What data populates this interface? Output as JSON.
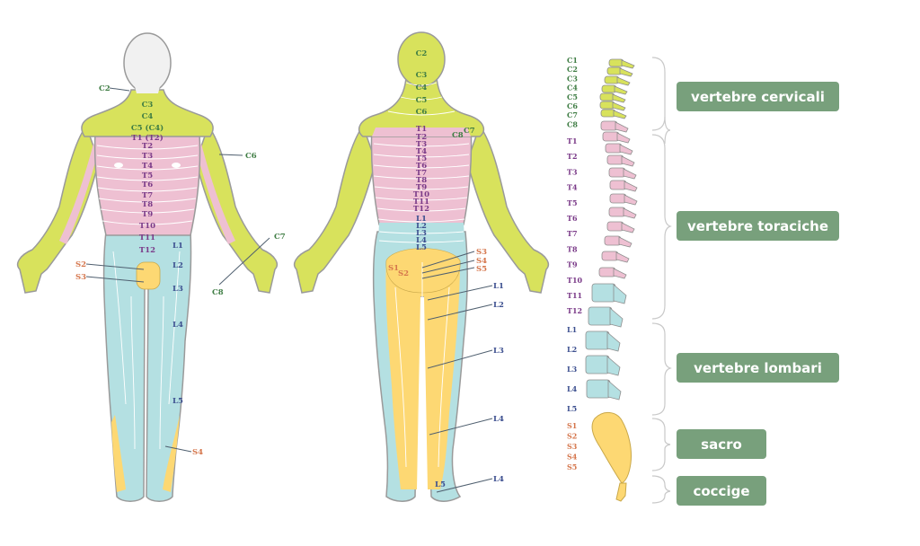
{
  "colors": {
    "cervical": "#d8e25c",
    "thoracic": "#eec0d2",
    "lumbar": "#b4e0e2",
    "sacral": "#fdd873",
    "head": "#f1f1f1",
    "outline": "#9a9a9a",
    "green_text": "#3f7d44",
    "purple_text": "#7a3a88",
    "blue_text": "#3c4f8f",
    "orange_text": "#d5764c",
    "box": "#78a07c"
  },
  "front_labels": [
    "C2",
    "C3",
    "C4",
    "C5 (C4)",
    "T1 (T2)",
    "T2",
    "T3",
    "T4",
    "T5",
    "T6",
    "T7",
    "T8",
    "T9",
    "T10",
    "T11",
    "T12",
    "L1",
    "L2",
    "L3",
    "L4",
    "L5",
    "S2",
    "S3",
    "S4",
    "C6",
    "C7",
    "C8"
  ],
  "back_labels": [
    "C2",
    "C3",
    "C4",
    "C5",
    "C6",
    "C7",
    "C8",
    "T1",
    "T2",
    "T3",
    "T4",
    "T5",
    "T6",
    "T7",
    "T8",
    "T9",
    "T10",
    "T11",
    "T12",
    "L1",
    "L2",
    "L3",
    "L4",
    "L5",
    "S1",
    "S2",
    "S3",
    "S4",
    "S5",
    "L1",
    "L2",
    "L3",
    "L4",
    "L4",
    "L5"
  ],
  "spine": {
    "cervical": [
      "C1",
      "C2",
      "C3",
      "C4",
      "C5",
      "C6",
      "C7",
      "C8"
    ],
    "thoracic": [
      "T1",
      "T2",
      "T3",
      "T4",
      "T5",
      "T6",
      "T7",
      "T8",
      "T9",
      "T10",
      "T11",
      "T12"
    ],
    "lumbar": [
      "L1",
      "L2",
      "L3",
      "L4",
      "L5"
    ],
    "sacral": [
      "S1",
      "S2",
      "S3",
      "S4",
      "S5"
    ]
  },
  "regions": [
    {
      "label": "vertebre cervicali"
    },
    {
      "label": "vertebre toraciche"
    },
    {
      "label": "vertebre lombari"
    },
    {
      "label": "sacro"
    },
    {
      "label": "coccige"
    }
  ]
}
